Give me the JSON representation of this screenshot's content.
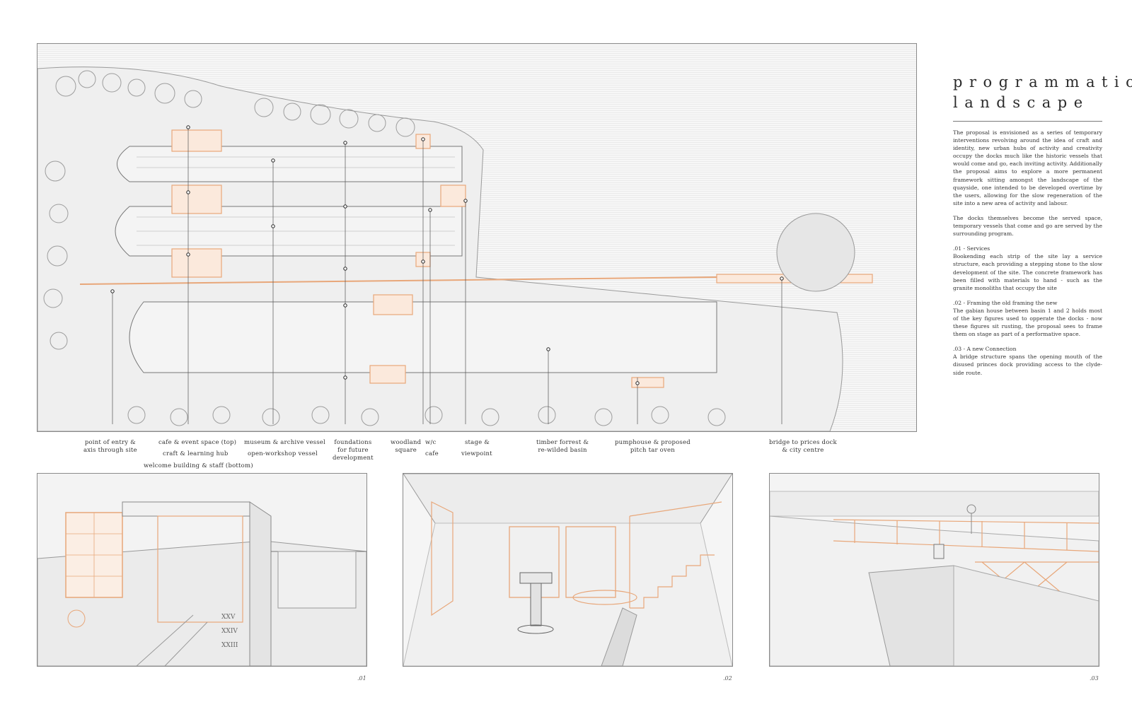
{
  "title": {
    "line1": "programmatic",
    "line2": "landscape"
  },
  "description": {
    "intro": "The proposal is envisioned as a series of temporary interventions revolving around the idea of craft and identity, new urban hubs of activity and creativity occupy the docks much like the historic vessels that would come and go, each inviting activity. Additionally the proposal aims to explore a more permanent framework sitting amongst the landscape of the quayside, one intended to be developed overtime by the users, allowing for the slow regeneration of the site into a new area of activity and labour.",
    "served": "The docks themselves become the served space, temporary vessels that come and go are served by the surrounding program.",
    "sections": [
      {
        "heading": ".01 - Services",
        "body": "Bookending each strip of the site lay a service structure, each providing a stepping stone to the slow development of the site. The concrete framework has been filled with materials to hand - such as the granite monoliths that occupy the site"
      },
      {
        "heading": ".02 - Framing the old framing the new",
        "body": "The gabian house between basin 1 and 2 holds most of the key figures used to opperate the docks - now these figures sit rusting, the proposal sees to frame them on stage as part of a performative space."
      },
      {
        "heading": ".03 - A new Connection",
        "body": "A bridge structure spans the opening mouth of the disused princes dock providing access to the clyde-side route."
      }
    ]
  },
  "plan_labels": {
    "entry": "point of entry &\naxis through site",
    "cafe_event": "cafe & event space (top)",
    "craft_hub": "craft & learning hub",
    "welcome": "welcome building & staff (bottom)",
    "museum": "museum & archive vessel",
    "workshop": "open-workshop vessel",
    "foundations": "foundations\nfor future\ndevelopment",
    "woodland": "woodland\nsquare",
    "wc": "w/c",
    "cafe": "cafe",
    "stage": "stage &",
    "viewpoint": "viewpoint",
    "timber": "timber forrest &\nre-wilded basin",
    "pumphouse": "pumphouse & proposed\npitch tar oven",
    "bridge": "bridge to prices dock\n& city centre"
  },
  "views": {
    "v1": ".01",
    "v2": ".02",
    "v3": ".03",
    "v1_engraving": [
      "XXV",
      "XXIV",
      "XXIII"
    ]
  },
  "colors": {
    "accent": "#e8a77a",
    "line": "#6f6f6f"
  }
}
